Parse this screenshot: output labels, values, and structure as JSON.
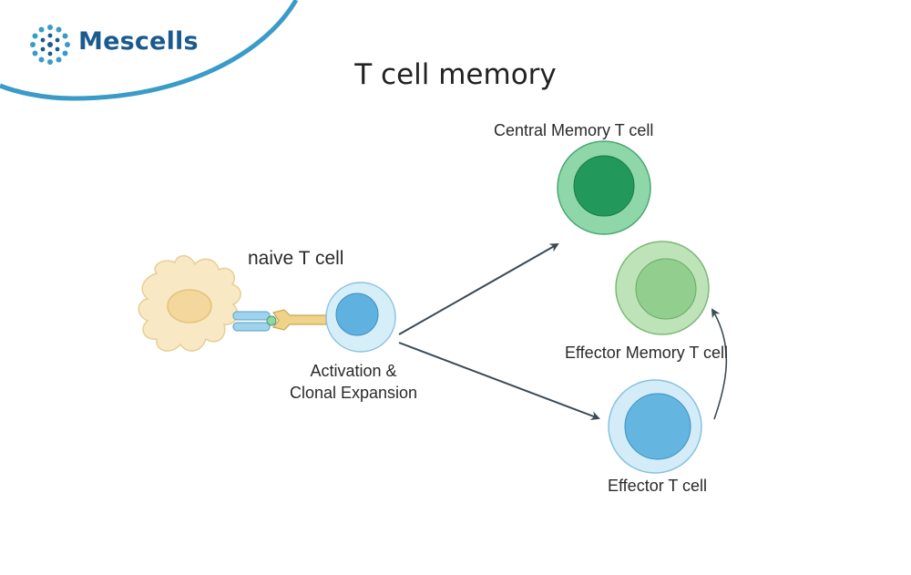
{
  "brand": {
    "name": "Mescells",
    "color": "#1a5a8e",
    "accent_arc_color": "#3a9bc8",
    "logo_icon": "dotted-ring-logo-icon"
  },
  "title": "T cell memory",
  "labels": {
    "naive": "naive T cell",
    "activation_line1": "Activation &",
    "activation_line2": "Clonal Expansion",
    "central_memory": "Central Memory T cell",
    "effector_memory": "Effector Memory T cell",
    "effector": "Effector T cell"
  },
  "cells": {
    "antigen_presenting_cell": {
      "fill": "#f8e9c4",
      "nucleus": "#f3d79c"
    },
    "naive": {
      "outer": "#d6eef8",
      "inner": "#5fb2e0"
    },
    "central_memory": {
      "outer": "#8fd6a8",
      "inner": "#22995a"
    },
    "effector_memory": {
      "outer": "#bfe3b8",
      "inner": "#92cf8f"
    },
    "effector": {
      "outer": "#d3ecf8",
      "inner": "#64b5df"
    }
  },
  "arrow_color": "#3b4a55"
}
